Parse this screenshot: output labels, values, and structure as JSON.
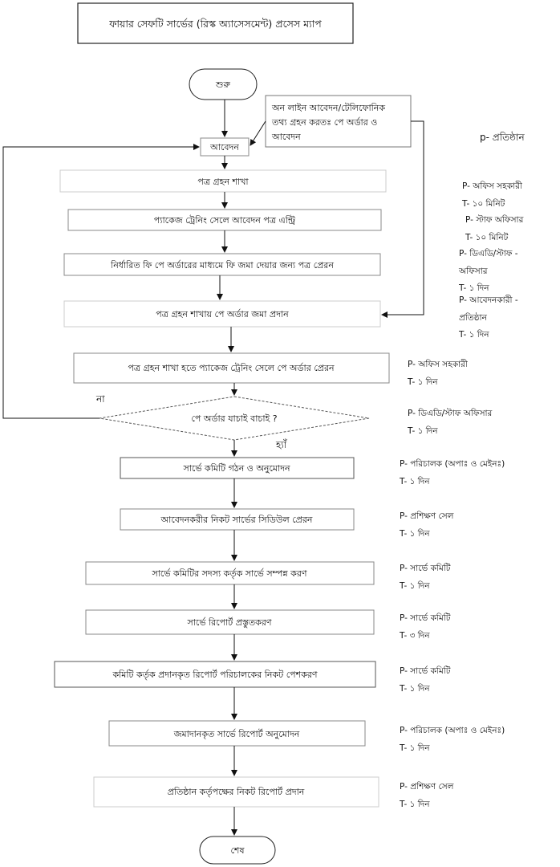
{
  "title": "ফায়ার সেফটি সার্ভের (রিস্ক অ্যাসেসমেন্ট) প্রসেস ম্যাপ",
  "legend": "p- প্রতিষ্ঠান",
  "start_label": "শুরু",
  "end_label": "শেষ",
  "online_note": [
    "অন লাইন আবেদন/টেলিফোনিক",
    "তথ্য গ্রহন করতঃ পে অর্ডার ও",
    "আবেদন"
  ],
  "steps": [
    "আবেদন",
    "পত্র গ্রহন শাখা",
    "প্যাকেজ ট্রেনিং সেলে আবেদন পত্র এন্ট্রি",
    "নির্ধারিত ফি পে অর্ডারের মাধ্যমে ফি জমা দেয়ার জন্য পত্র প্রেরন",
    "পত্র গ্রহন শাখায় পে অর্ডার জমা প্রদান",
    "পত্র গ্রহন শাখা হতে প্যাকেজ ট্রেনিং সেলে পে অর্ডার প্রেরন"
  ],
  "decision": {
    "label": "পে অর্ডার যাচাই বাচাই ?",
    "no_label": "না",
    "yes_label": "হ্যাঁ"
  },
  "steps_after": [
    "সার্ভে কমিটি গঠন ও অনুমোদন",
    "আবেদনকরীর নিকট সার্ভের সিডিউল প্রেরন",
    "সার্ভে কমিটির সদস্য কর্তৃক সার্ভে সম্পন্ন করণ",
    "সার্ভে রিপোর্ট প্রস্তুতকরণ",
    "কমিটি কর্তৃক প্রদানকৃত রিপোর্ট পরিচালকের নিকট পেশকরণ",
    "জমাদানকৃত সার্ভে রিপোর্ট অনুমোদন",
    "প্রতিষ্ঠান কর্তৃপক্ষের নিকট রিপোর্ট প্রদান"
  ],
  "annotations": [
    {
      "p": "P- অফিস সহকারী",
      "t": "T- ১০ মিনিট"
    },
    {
      "p": "P- স্টাফ অফিসার",
      "t": "T- ১০ মিনিট"
    },
    {
      "p": "P- ডিএডি/স্টাফ -",
      "p2": "অফিসার",
      "t": "T- ১ দিন"
    },
    {
      "p": "P- আবেদনকারী -",
      "p2": "প্রতিষ্ঠান",
      "t": "T- ১ দিন"
    },
    {
      "p": "P- অফিস সহকারী",
      "t": "T- ১ দিন"
    },
    {
      "p": "P- ডিএডি/স্টাফ অফিসার",
      "t": "T- ১ দিন"
    },
    {
      "p": "P- পরিচালক (অপাঃ ও মেইনঃ)",
      "t": "T- ১ দিন"
    },
    {
      "p": "P- প্রশিক্ষণ সেল",
      "t": "T- ১ দিন"
    },
    {
      "p": "P- সার্ভে কমিটি",
      "t": "T- ১ দিন"
    },
    {
      "p": "P- সার্ভে কমিটি",
      "t": "T- ৩ দিন"
    },
    {
      "p": "P- সার্ভে কমিটি",
      "t": "T- ১ দিন"
    },
    {
      "p": "P- পরিচালক (অপাঃ ও মেইনঃ)",
      "t": "T- ১ দিন"
    },
    {
      "p": "P- প্রশিক্ষণ সেল",
      "t": "T- ১ দিন"
    }
  ]
}
